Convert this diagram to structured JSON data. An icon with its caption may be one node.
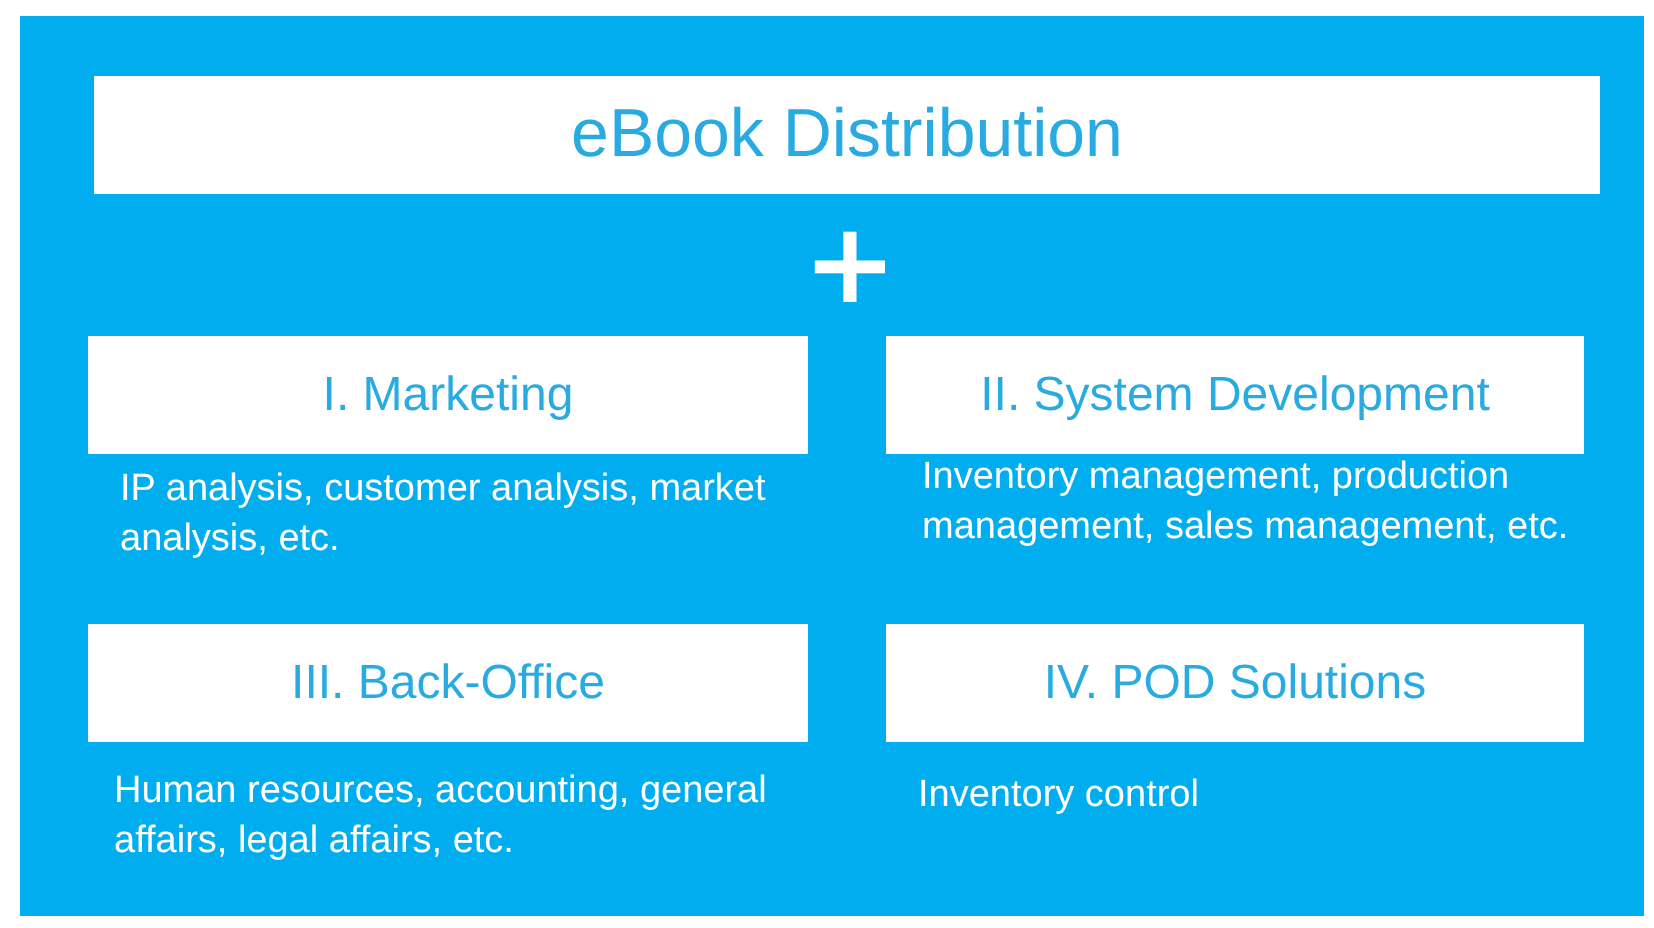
{
  "diagram": {
    "nodes": [
      {
        "text": [
          "eBook Distribution"
        ]
      },
      {
        "text": [
          "I. Marketing"
        ],
        "beside": [
          "IP analysis, customer analysis, market analysis, etc."
        ]
      },
      {
        "text": [
          "II. System Development"
        ],
        "beside": [
          "Inventory management, production management, sales management, etc."
        ]
      },
      {
        "text": [
          "III. Back-Office"
        ],
        "beside": [
          "Human resources, accounting, general affairs, legal affairs, etc."
        ]
      },
      {
        "text": [
          "IV. POD Solutions"
        ],
        "beside": [
          "Inventory control"
        ]
      }
    ],
    "labels": [
      "+"
    ]
  }
}
